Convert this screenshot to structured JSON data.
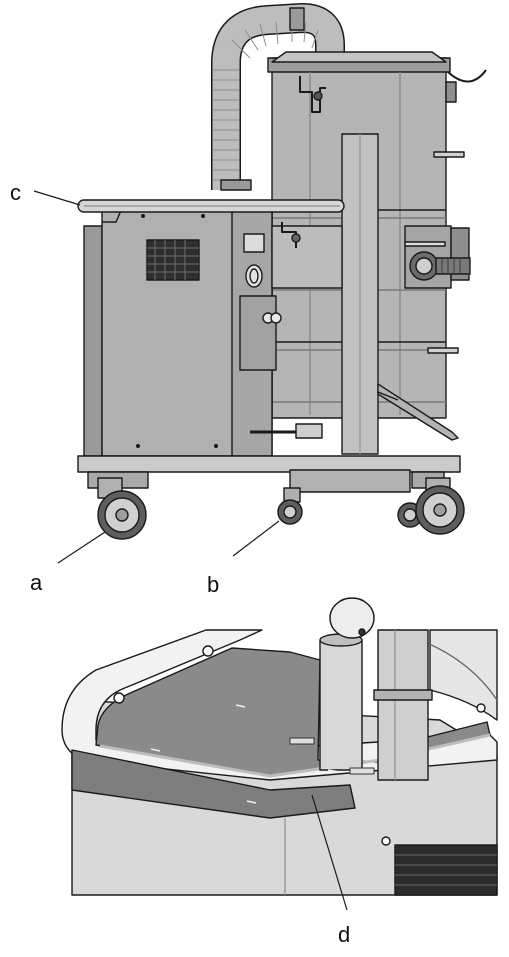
{
  "callouts": {
    "a": "a",
    "b": "b",
    "c": "c",
    "d": "d"
  },
  "colors": {
    "body": "#a9a9a9",
    "body_dark": "#7d7d7d",
    "panel_light": "#c9c9c9",
    "outline": "#1a1a1a",
    "shelf": "#8a8a8a",
    "white": "#ffffff"
  }
}
